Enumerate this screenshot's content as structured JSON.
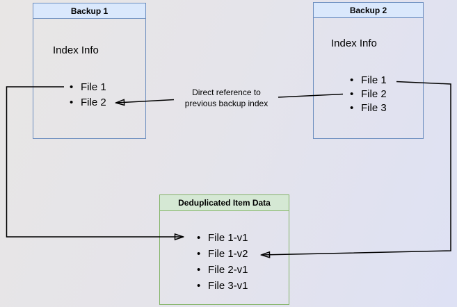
{
  "diagram": {
    "backup1": {
      "title": "Backup 1",
      "subtitle": "Index Info",
      "files": [
        "File 1",
        "File 2"
      ]
    },
    "backup2": {
      "title": "Backup 2",
      "subtitle": "Index Info",
      "files": [
        "File 1",
        "File 2",
        "File 3"
      ]
    },
    "dedup": {
      "title": "Deduplicated Item Data",
      "files": [
        "File 1-v1",
        "File 1-v2",
        "File 2-v1",
        "File 3-v1"
      ]
    },
    "edge_label": {
      "line1": "Direct reference to",
      "line2": "previous backup index"
    },
    "colors": {
      "blue_header": "#dae8fc",
      "blue_border": "#6c8ebf",
      "green_header": "#d5e8d4",
      "green_border": "#82b366",
      "arrow": "#000000",
      "text": "#000000"
    }
  }
}
